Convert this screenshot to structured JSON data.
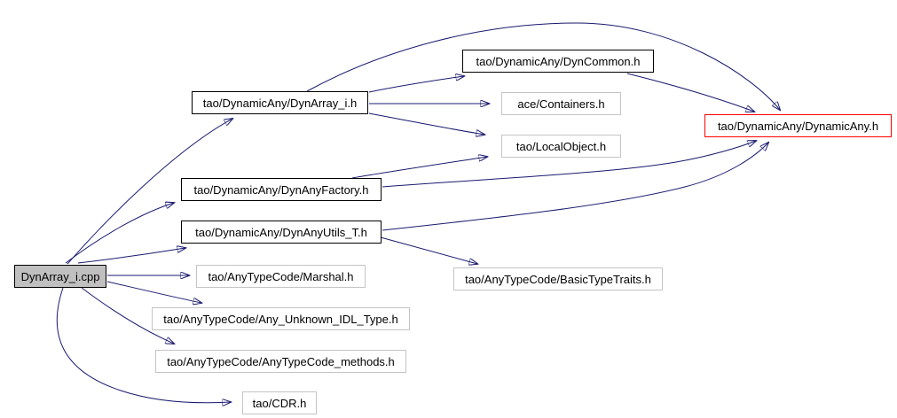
{
  "diagram": {
    "type": "include-dependency-graph",
    "colors": {
      "background": "#ffffff",
      "edge": "#191970",
      "root_fill": "#c0c0c0",
      "internal_border": "#000000",
      "leaf_border": "#c4c4c4",
      "target_border": "#ff0000",
      "text": "#000000"
    },
    "nodes": {
      "cpp": {
        "label": "DynArray_i.cpp"
      },
      "dynarray_i": {
        "label": "tao/DynamicAny/DynArray_i.h"
      },
      "dyncommon": {
        "label": "tao/DynamicAny/DynCommon.h"
      },
      "containers": {
        "label": "ace/Containers.h"
      },
      "localobject": {
        "label": "tao/LocalObject.h"
      },
      "dynamicany": {
        "label": "tao/DynamicAny/DynamicAny.h"
      },
      "dynanyfactory": {
        "label": "tao/DynamicAny/DynAnyFactory.h"
      },
      "dynanyutils": {
        "label": "tao/DynamicAny/DynAnyUtils_T.h"
      },
      "marshal": {
        "label": "tao/AnyTypeCode/Marshal.h"
      },
      "basictypetraits": {
        "label": "tao/AnyTypeCode/BasicTypeTraits.h"
      },
      "any_unknown": {
        "label": "tao/AnyTypeCode/Any_Unknown_IDL_Type.h"
      },
      "anytypecode_methods": {
        "label": "tao/AnyTypeCode/AnyTypeCode_methods.h"
      },
      "cdr": {
        "label": "tao/CDR.h"
      }
    },
    "edges": [
      {
        "from": "DynArray_i.cpp",
        "to": "tao/DynamicAny/DynArray_i.h"
      },
      {
        "from": "DynArray_i.cpp",
        "to": "tao/DynamicAny/DynAnyFactory.h"
      },
      {
        "from": "DynArray_i.cpp",
        "to": "tao/DynamicAny/DynAnyUtils_T.h"
      },
      {
        "from": "DynArray_i.cpp",
        "to": "tao/AnyTypeCode/Marshal.h"
      },
      {
        "from": "DynArray_i.cpp",
        "to": "tao/AnyTypeCode/Any_Unknown_IDL_Type.h"
      },
      {
        "from": "DynArray_i.cpp",
        "to": "tao/AnyTypeCode/AnyTypeCode_methods.h"
      },
      {
        "from": "DynArray_i.cpp",
        "to": "tao/CDR.h"
      },
      {
        "from": "tao/DynamicAny/DynArray_i.h",
        "to": "tao/DynamicAny/DynCommon.h"
      },
      {
        "from": "tao/DynamicAny/DynArray_i.h",
        "to": "ace/Containers.h"
      },
      {
        "from": "tao/DynamicAny/DynArray_i.h",
        "to": "tao/LocalObject.h"
      },
      {
        "from": "tao/DynamicAny/DynArray_i.h",
        "to": "tao/DynamicAny/DynamicAny.h"
      },
      {
        "from": "tao/DynamicAny/DynCommon.h",
        "to": "tao/DynamicAny/DynamicAny.h"
      },
      {
        "from": "tao/DynamicAny/DynAnyFactory.h",
        "to": "tao/LocalObject.h"
      },
      {
        "from": "tao/DynamicAny/DynAnyFactory.h",
        "to": "tao/DynamicAny/DynamicAny.h"
      },
      {
        "from": "tao/DynamicAny/DynAnyUtils_T.h",
        "to": "tao/DynamicAny/DynamicAny.h"
      },
      {
        "from": "tao/DynamicAny/DynAnyUtils_T.h",
        "to": "tao/AnyTypeCode/BasicTypeTraits.h"
      }
    ]
  }
}
